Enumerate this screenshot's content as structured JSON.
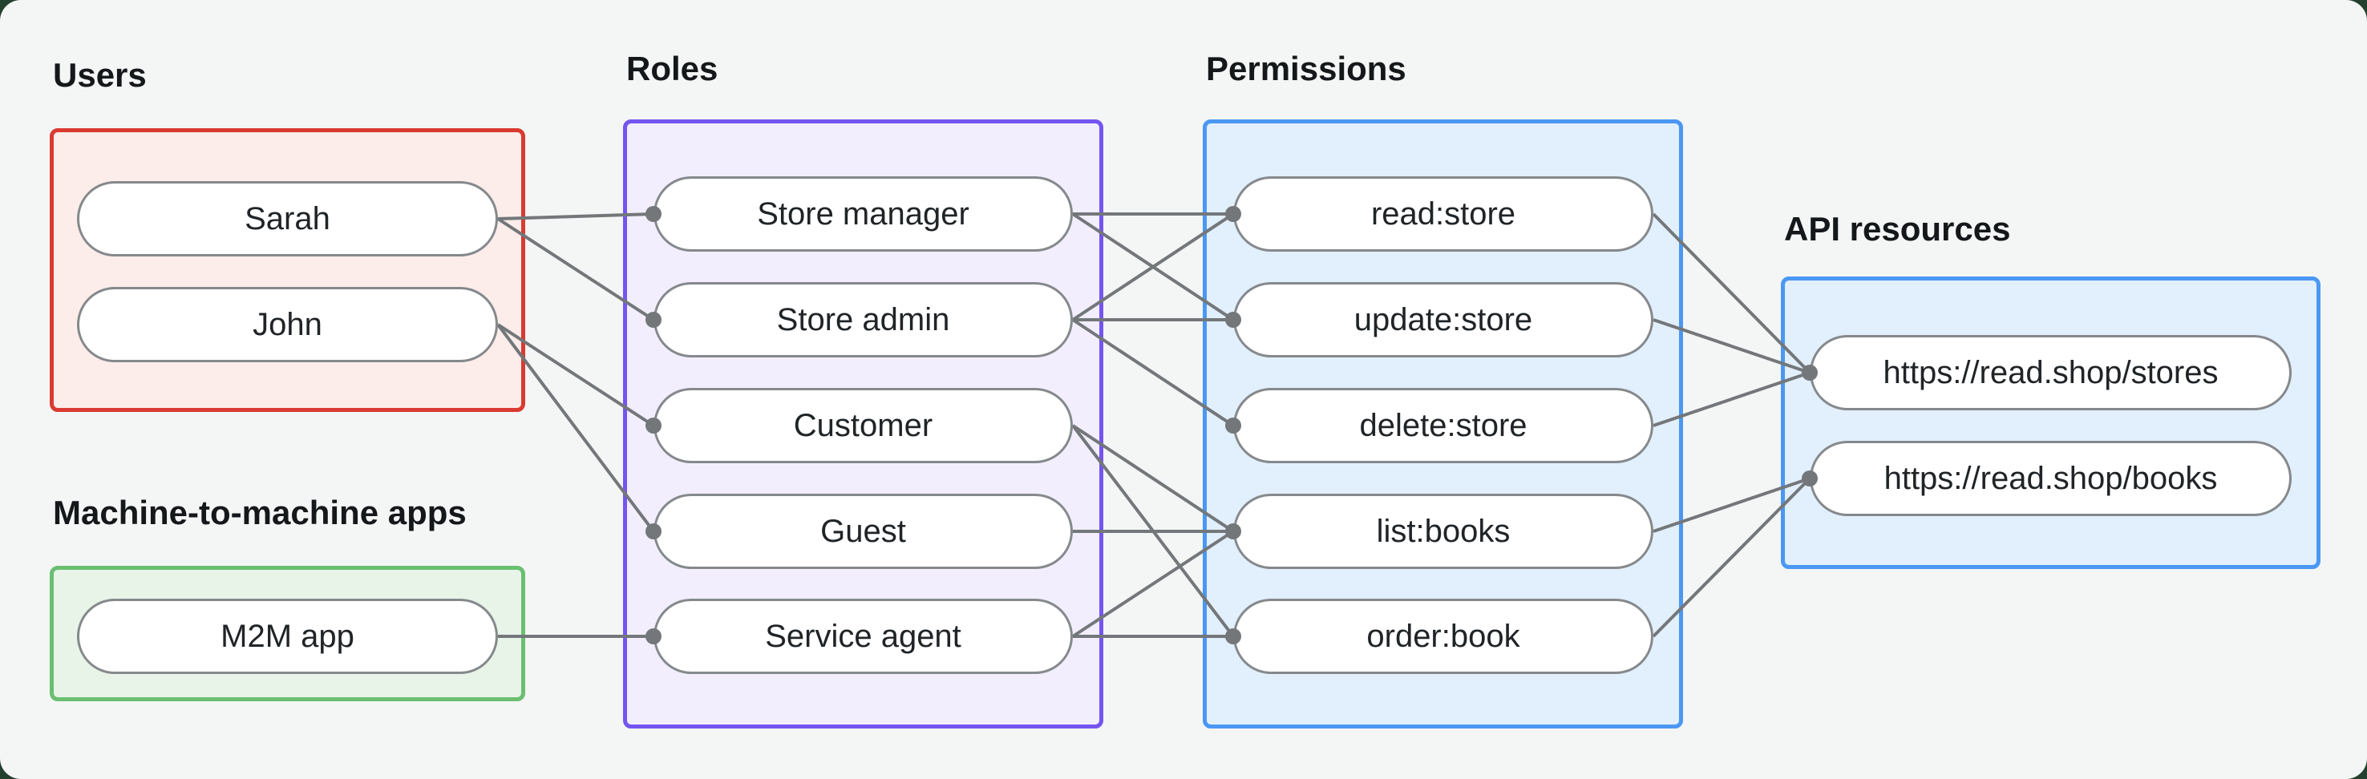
{
  "canvas": {
    "background_color": "#f4f6f5",
    "surround_color": "#24402f"
  },
  "groups": [
    {
      "id": "users",
      "label": "Users",
      "border_color": "#d93a31",
      "fill_color": "#fcedeb",
      "nodes": [
        {
          "label": "Sarah"
        },
        {
          "label": "John"
        }
      ]
    },
    {
      "id": "m2m",
      "label": "Machine-to-machine apps",
      "border_color": "#6abf70",
      "fill_color": "#e9f4e9",
      "nodes": [
        {
          "label": "M2M app"
        }
      ]
    },
    {
      "id": "roles",
      "label": "Roles",
      "border_color": "#7455f0",
      "fill_color": "#f2eefe",
      "nodes": [
        {
          "label": "Store manager"
        },
        {
          "label": "Store admin"
        },
        {
          "label": "Customer"
        },
        {
          "label": "Guest"
        },
        {
          "label": "Service agent"
        }
      ]
    },
    {
      "id": "permissions",
      "label": "Permissions",
      "border_color": "#4b97f3",
      "fill_color": "#e2effc",
      "nodes": [
        {
          "label": "read:store"
        },
        {
          "label": "update:store"
        },
        {
          "label": "delete:store"
        },
        {
          "label": "list:books"
        },
        {
          "label": "order:book"
        }
      ]
    },
    {
      "id": "api_resources",
      "label": "API resources",
      "border_color": "#4b97f3",
      "fill_color": "#e2effc",
      "nodes": [
        {
          "label": "https://read.shop/stores"
        },
        {
          "label": "https://read.shop/books"
        }
      ]
    }
  ],
  "edges": [
    {
      "from": "Sarah",
      "to": "Store manager"
    },
    {
      "from": "Sarah",
      "to": "Store admin"
    },
    {
      "from": "John",
      "to": "Customer"
    },
    {
      "from": "John",
      "to": "Guest"
    },
    {
      "from": "M2M app",
      "to": "Service agent"
    },
    {
      "from": "Store manager",
      "to": "read:store"
    },
    {
      "from": "Store manager",
      "to": "update:store"
    },
    {
      "from": "Store admin",
      "to": "read:store"
    },
    {
      "from": "Store admin",
      "to": "update:store"
    },
    {
      "from": "Store admin",
      "to": "delete:store"
    },
    {
      "from": "Customer",
      "to": "list:books"
    },
    {
      "from": "Customer",
      "to": "order:book"
    },
    {
      "from": "Guest",
      "to": "list:books"
    },
    {
      "from": "Service agent",
      "to": "list:books"
    },
    {
      "from": "Service agent",
      "to": "order:book"
    },
    {
      "from": "read:store",
      "to": "https://read.shop/stores"
    },
    {
      "from": "update:store",
      "to": "https://read.shop/stores"
    },
    {
      "from": "delete:store",
      "to": "https://read.shop/stores"
    },
    {
      "from": "list:books",
      "to": "https://read.shop/books"
    },
    {
      "from": "order:book",
      "to": "https://read.shop/books"
    }
  ],
  "styles": {
    "line_color": "#73777a",
    "dot_color": "#73777a",
    "pill_border_color": "#85898c",
    "pill_fill_color": "#ffffff",
    "text_color": "#202427",
    "label_color": "#15181a"
  }
}
